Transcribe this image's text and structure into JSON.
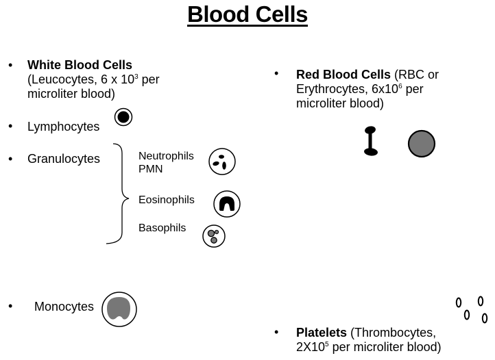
{
  "title": "Blood Cells",
  "bullet_char": "•",
  "wbc": {
    "name": "White Blood Cells",
    "detail_pre": "(Leucocytes, 6 x 10",
    "detail_exp": "3",
    "detail_post": " per",
    "detail_line2": "microliter blood)"
  },
  "lymphocytes": "Lymphocytes",
  "granulocytes": {
    "label": "Granulocytes",
    "neutrophils": "Neutrophils",
    "pmn": "PMN",
    "eosinophils": "Eosinophils",
    "basophils": "Basophils"
  },
  "monocytes": "Monocytes",
  "rbc": {
    "name": "Red Blood Cells",
    "detail_a": " (RBC or",
    "line2_pre": "Erythrocytes, 6x10",
    "line2_exp": "6",
    "line2_post": " per",
    "line3": "microliter blood)"
  },
  "platelets": {
    "name": "Platelets",
    "detail_a": " (Thrombocytes,",
    "line2_pre": "2X10",
    "line2_exp": "5",
    "line2_post": " per microliter blood)"
  },
  "colors": {
    "cell_fill": "#777777",
    "ink": "#000000"
  }
}
